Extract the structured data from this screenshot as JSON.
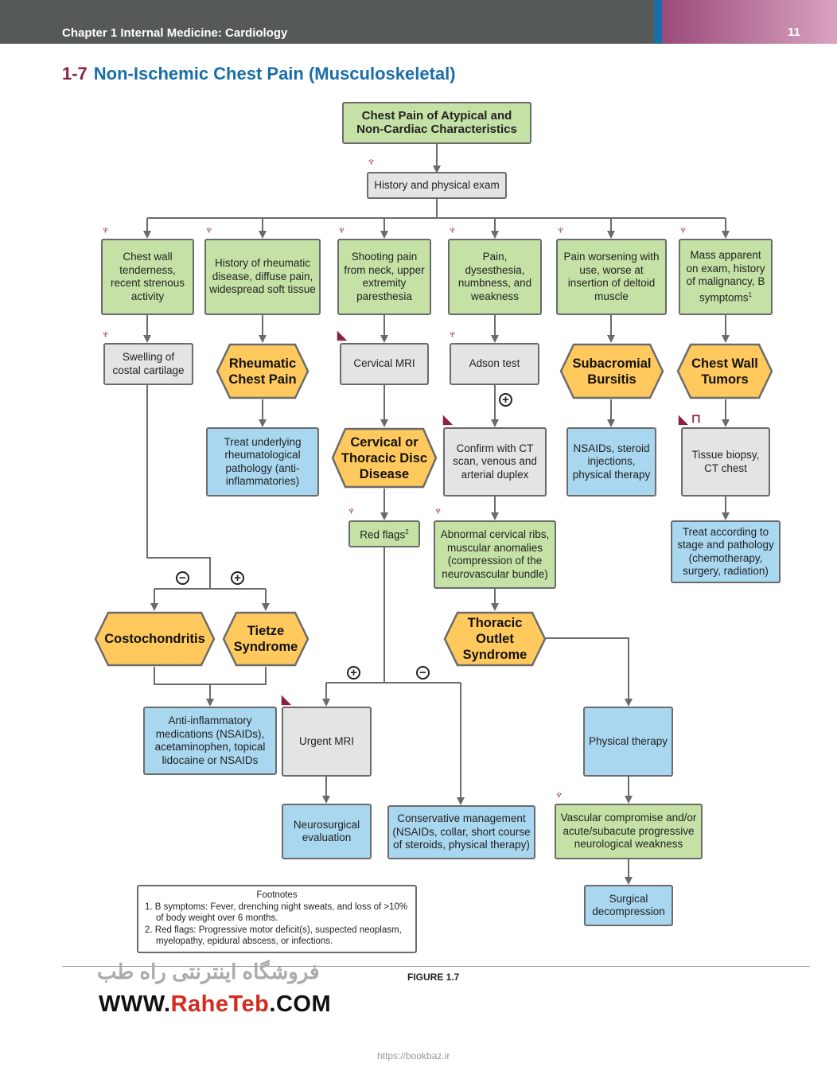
{
  "header": {
    "chapter": "Chapter 1  Internal Medicine: Cardiology",
    "page_number": "11"
  },
  "title": {
    "number": "1-7",
    "text": "Non-Ischemic Chest Pain (Musculoskeletal)"
  },
  "nodes": {
    "start": "Chest Pain of Atypical and Non-Cardiac Characteristics",
    "history": "History and physical exam",
    "c1": "Chest wall tenderness, recent strenous activity",
    "c2": "History of rheumatic disease, diffuse pain, widespread soft tissue",
    "c3": "Shooting pain from neck, upper extremity paresthesia",
    "c4": "Pain, dysesthesia, numbness, and weakness",
    "c5": "Pain worsening with use, worse at insertion of deltoid muscle",
    "c6": "Mass apparent on exam, history of malignancy, B symptoms",
    "c6_sup": "1",
    "swelling": "Swelling of costal cartilage",
    "rheum": "Rheumatic Chest Pain",
    "mri": "Cervical MRI",
    "adson": "Adson test",
    "bursitis": "Subacromial Bursitis",
    "tumors": "Chest Wall Tumors",
    "treat_rheum": "Treat underlying rheumatological pathology (anti-inflammatories)",
    "disc": "Cervical or Thoracic Disc Disease",
    "confirm_ct": "Confirm with CT scan, venous and arterial duplex",
    "nsaids": "NSAIDs, steroid injections, physical therapy",
    "biopsy": "Tissue biopsy, CT chest",
    "redflags": "Red flags",
    "redflags_sup": "2",
    "abnormal": "Abnormal cervical ribs, muscular anomalies (compression of the neurovascular bundle)",
    "treat_stage": "Treat according to stage and pathology (chemotherapy, surgery, radiation)",
    "costo": "Costochondritis",
    "tietze": "Tietze Syndrome",
    "tos": "Thoracic Outlet Syndrome",
    "antiinflam": "Anti-inflammatory medications (NSAIDs), acetaminophen, topical lidocaine or NSAIDs",
    "urgent_mri": "Urgent MRI",
    "pt": "Physical therapy",
    "neurosurg": "Neurosurgical evaluation",
    "conservative": "Conservative management (NSAIDs, collar, short course of steroids, physical therapy)",
    "vascular": "Vascular compromise and/or acute/subacute progressive neurological weakness",
    "surgical": "Surgical decompression"
  },
  "signs": {
    "plus": "+",
    "minus": "−"
  },
  "icons": {
    "exam": "stethoscope-icon",
    "imaging": "imaging-icon",
    "lab": "test-tube-icon"
  },
  "footnotes": {
    "heading": "Footnotes",
    "items": [
      "1.  B symptoms: Fever, drenching night sweats, and loss of >10% of body weight over 6 months.",
      "2.  Red flags: Progressive motor deficit(s), suspected neoplasm, myelopathy, epidural abscess, or infections."
    ]
  },
  "figure_label": "FIGURE 1.7",
  "watermark": {
    "farsi": "فروشگاه اینترنتی راه طب",
    "url_prefix": "WWW.",
    "url_brand": "RaheTeb",
    "url_suffix": ".COM",
    "small": "https://bookbaz.ir"
  },
  "colors": {
    "green": "#c6e1a6",
    "gray": "#e4e4e4",
    "blue": "#a9d7ef",
    "hex": "#ffc95e",
    "title": "#1a6ea8",
    "title_number": "#8b2240"
  }
}
